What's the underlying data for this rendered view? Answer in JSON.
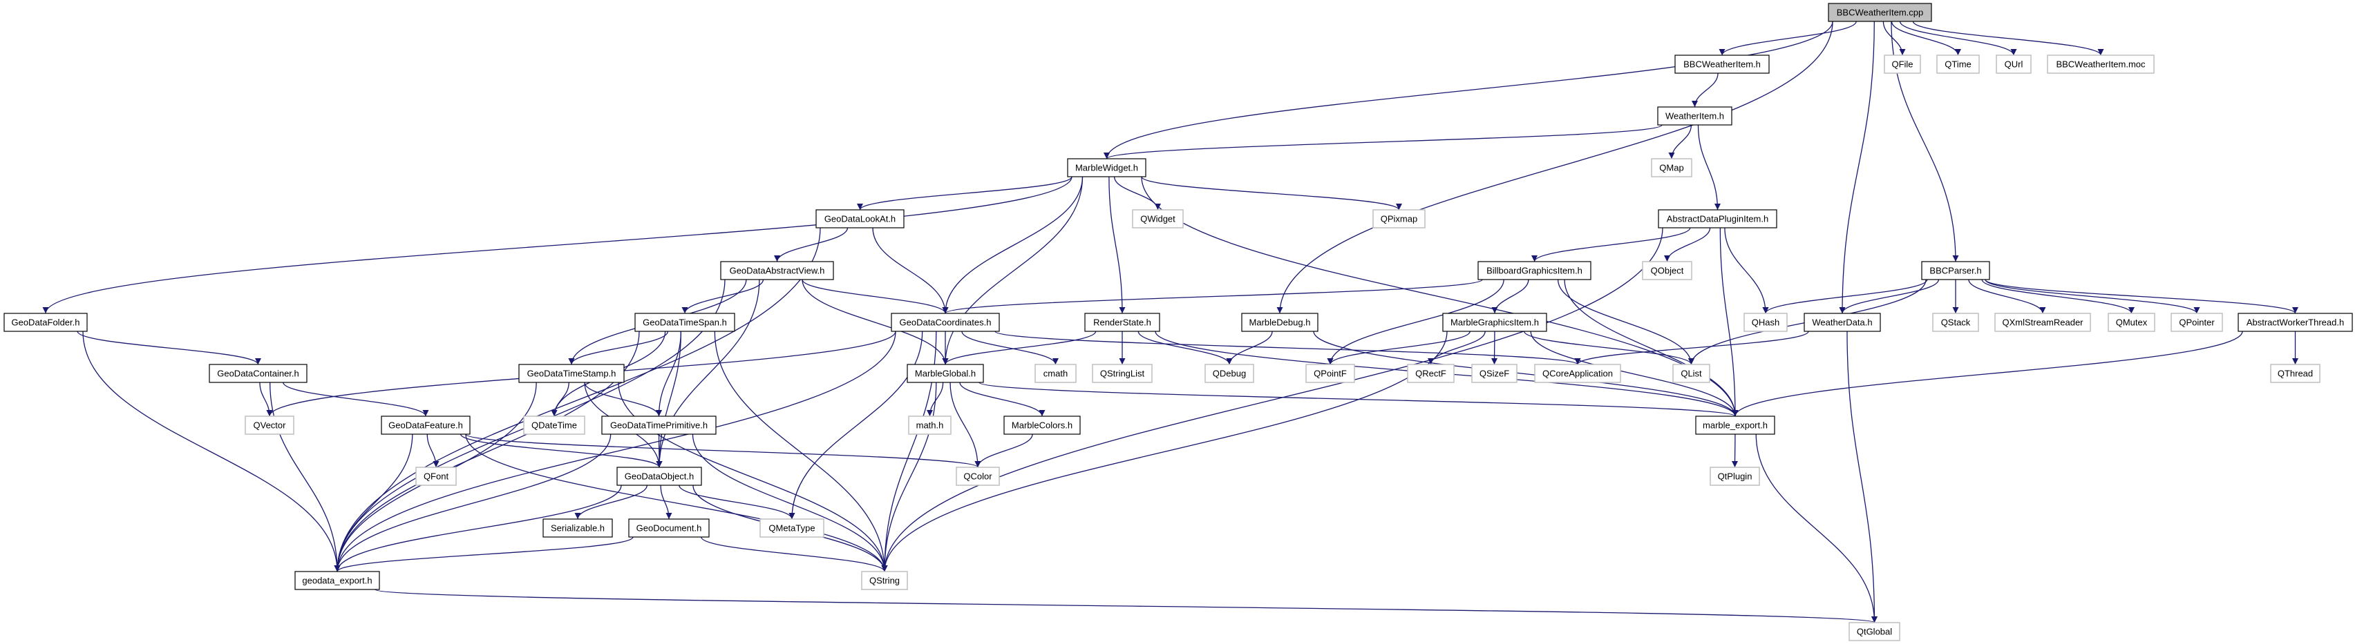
{
  "graph": {
    "colors": {
      "edge": "#191970",
      "documented_border": "#000000",
      "external_border": "#bfbfbf",
      "root_fill": "#bfbfbf"
    },
    "nodes": [
      {
        "label": "BBCWeatherItem.cpp",
        "kind": "root"
      },
      {
        "label": "BBCWeatherItem.h",
        "kind": "documented"
      },
      {
        "label": "QFile",
        "kind": "external"
      },
      {
        "label": "QTime",
        "kind": "external"
      },
      {
        "label": "QUrl",
        "kind": "external"
      },
      {
        "label": "BBCWeatherItem.moc",
        "kind": "external"
      },
      {
        "label": "WeatherItem.h",
        "kind": "documented"
      },
      {
        "label": "QMap",
        "kind": "external"
      },
      {
        "label": "MarbleWidget.h",
        "kind": "documented"
      },
      {
        "label": "GeoDataLookAt.h",
        "kind": "documented"
      },
      {
        "label": "QWidget",
        "kind": "external"
      },
      {
        "label": "QPixmap",
        "kind": "external"
      },
      {
        "label": "AbstractDataPluginItem.h",
        "kind": "documented"
      },
      {
        "label": "GeoDataAbstractView.h",
        "kind": "documented"
      },
      {
        "label": "BillboardGraphicsItem.h",
        "kind": "documented"
      },
      {
        "label": "QObject",
        "kind": "external"
      },
      {
        "label": "BBCParser.h",
        "kind": "documented"
      },
      {
        "label": "GeoDataFolder.h",
        "kind": "documented"
      },
      {
        "label": "GeoDataTimeSpan.h",
        "kind": "documented"
      },
      {
        "label": "GeoDataCoordinates.h",
        "kind": "documented"
      },
      {
        "label": "RenderState.h",
        "kind": "documented"
      },
      {
        "label": "MarbleDebug.h",
        "kind": "documented"
      },
      {
        "label": "MarbleGraphicsItem.h",
        "kind": "documented"
      },
      {
        "label": "QHash",
        "kind": "external"
      },
      {
        "label": "WeatherData.h",
        "kind": "documented"
      },
      {
        "label": "QStack",
        "kind": "external"
      },
      {
        "label": "QXmlStreamReader",
        "kind": "external"
      },
      {
        "label": "QMutex",
        "kind": "external"
      },
      {
        "label": "QPointer",
        "kind": "external"
      },
      {
        "label": "AbstractWorkerThread.h",
        "kind": "documented"
      },
      {
        "label": "GeoDataContainer.h",
        "kind": "documented"
      },
      {
        "label": "GeoDataTimeStamp.h",
        "kind": "documented"
      },
      {
        "label": "MarbleGlobal.h",
        "kind": "documented"
      },
      {
        "label": "cmath",
        "kind": "external"
      },
      {
        "label": "QStringList",
        "kind": "external"
      },
      {
        "label": "QDebug",
        "kind": "external"
      },
      {
        "label": "QPointF",
        "kind": "external"
      },
      {
        "label": "QRectF",
        "kind": "external"
      },
      {
        "label": "QSizeF",
        "kind": "external"
      },
      {
        "label": "QCoreApplication",
        "kind": "external"
      },
      {
        "label": "QList",
        "kind": "external"
      },
      {
        "label": "QThread",
        "kind": "external"
      },
      {
        "label": "QVector",
        "kind": "external"
      },
      {
        "label": "GeoDataFeature.h",
        "kind": "documented"
      },
      {
        "label": "QDateTime",
        "kind": "external"
      },
      {
        "label": "GeoDataTimePrimitive.h",
        "kind": "documented"
      },
      {
        "label": "math.h",
        "kind": "external"
      },
      {
        "label": "MarbleColors.h",
        "kind": "documented"
      },
      {
        "label": "marble_export.h",
        "kind": "documented"
      },
      {
        "label": "QFont",
        "kind": "external"
      },
      {
        "label": "GeoDataObject.h",
        "kind": "documented"
      },
      {
        "label": "QColor",
        "kind": "external"
      },
      {
        "label": "QtPlugin",
        "kind": "external"
      },
      {
        "label": "Serializable.h",
        "kind": "documented"
      },
      {
        "label": "GeoDocument.h",
        "kind": "documented"
      },
      {
        "label": "QMetaType",
        "kind": "external"
      },
      {
        "label": "geodata_export.h",
        "kind": "documented"
      },
      {
        "label": "QString",
        "kind": "external"
      },
      {
        "label": "QtGlobal",
        "kind": "external"
      }
    ],
    "edges": [
      [
        "BBCWeatherItem.cpp",
        "MarbleWidget.h"
      ],
      [
        "BBCWeatherItem.cpp",
        "BBCWeatherItem.h"
      ],
      [
        "BBCWeatherItem.cpp",
        "QFile"
      ],
      [
        "BBCWeatherItem.cpp",
        "QTime"
      ],
      [
        "BBCWeatherItem.cpp",
        "QUrl"
      ],
      [
        "BBCWeatherItem.cpp",
        "BBCWeatherItem.moc"
      ],
      [
        "BBCWeatherItem.cpp",
        "WeatherData.h"
      ],
      [
        "BBCWeatherItem.cpp",
        "BBCParser.h"
      ],
      [
        "BBCWeatherItem.cpp",
        "MarbleDebug.h"
      ],
      [
        "BBCWeatherItem.h",
        "WeatherItem.h"
      ],
      [
        "WeatherItem.h",
        "MarbleWidget.h"
      ],
      [
        "WeatherItem.h",
        "QMap"
      ],
      [
        "WeatherItem.h",
        "AbstractDataPluginItem.h"
      ],
      [
        "AbstractDataPluginItem.h",
        "BillboardGraphicsItem.h"
      ],
      [
        "AbstractDataPluginItem.h",
        "QObject"
      ],
      [
        "AbstractDataPluginItem.h",
        "QHash"
      ],
      [
        "AbstractDataPluginItem.h",
        "marble_export.h"
      ],
      [
        "AbstractDataPluginItem.h",
        "QString"
      ],
      [
        "BBCParser.h",
        "QHash"
      ],
      [
        "BBCParser.h",
        "WeatherData.h"
      ],
      [
        "BBCParser.h",
        "QList"
      ],
      [
        "BBCParser.h",
        "QStack"
      ],
      [
        "BBCParser.h",
        "QXmlStreamReader"
      ],
      [
        "BBCParser.h",
        "QMutex"
      ],
      [
        "BBCParser.h",
        "QPointer"
      ],
      [
        "BBCParser.h",
        "AbstractWorkerThread.h"
      ],
      [
        "WeatherData.h",
        "QCoreApplication"
      ],
      [
        "WeatherData.h",
        "QtGlobal"
      ],
      [
        "AbstractWorkerThread.h",
        "marble_export.h"
      ],
      [
        "AbstractWorkerThread.h",
        "QThread"
      ],
      [
        "MarbleWidget.h",
        "GeoDataFolder.h"
      ],
      [
        "MarbleWidget.h",
        "GeoDataLookAt.h"
      ],
      [
        "MarbleWidget.h",
        "GeoDataCoordinates.h"
      ],
      [
        "MarbleWidget.h",
        "MarbleGlobal.h"
      ],
      [
        "MarbleWidget.h",
        "RenderState.h"
      ],
      [
        "MarbleWidget.h",
        "QWidget"
      ],
      [
        "MarbleWidget.h",
        "QPixmap"
      ],
      [
        "MarbleWidget.h",
        "marble_export.h"
      ],
      [
        "GeoDataLookAt.h",
        "geodata_export.h"
      ],
      [
        "GeoDataLookAt.h",
        "GeoDataAbstractView.h"
      ],
      [
        "GeoDataLookAt.h",
        "GeoDataCoordinates.h"
      ],
      [
        "GeoDataAbstractView.h",
        "geodata_export.h"
      ],
      [
        "GeoDataAbstractView.h",
        "GeoDataTimeSpan.h"
      ],
      [
        "GeoDataAbstractView.h",
        "GeoDataTimeStamp.h"
      ],
      [
        "GeoDataAbstractView.h",
        "GeoDataCoordinates.h"
      ],
      [
        "GeoDataAbstractView.h",
        "MarbleGlobal.h"
      ],
      [
        "GeoDataAbstractView.h",
        "GeoDataObject.h"
      ],
      [
        "GeoDataFolder.h",
        "GeoDataContainer.h"
      ],
      [
        "GeoDataFolder.h",
        "geodata_export.h"
      ],
      [
        "GeoDataContainer.h",
        "QVector"
      ],
      [
        "GeoDataContainer.h",
        "GeoDataFeature.h"
      ],
      [
        "GeoDataContainer.h",
        "geodata_export.h"
      ],
      [
        "GeoDataFeature.h",
        "QFont"
      ],
      [
        "GeoDataFeature.h",
        "GeoDataObject.h"
      ],
      [
        "GeoDataFeature.h",
        "geodata_export.h"
      ],
      [
        "GeoDataFeature.h",
        "QString"
      ],
      [
        "GeoDataFeature.h",
        "QColor"
      ],
      [
        "GeoDataTimeSpan.h",
        "geodata_export.h"
      ],
      [
        "GeoDataTimeSpan.h",
        "GeoDataTimeStamp.h"
      ],
      [
        "GeoDataTimeSpan.h",
        "QDateTime"
      ],
      [
        "GeoDataTimeSpan.h",
        "GeoDataTimePrimitive.h"
      ],
      [
        "GeoDataTimeSpan.h",
        "GeoDataObject.h"
      ],
      [
        "GeoDataTimeSpan.h",
        "QString"
      ],
      [
        "GeoDataTimeStamp.h",
        "geodata_export.h"
      ],
      [
        "GeoDataTimeStamp.h",
        "QDateTime"
      ],
      [
        "GeoDataTimeStamp.h",
        "GeoDataTimePrimitive.h"
      ],
      [
        "GeoDataTimeStamp.h",
        "GeoDataObject.h"
      ],
      [
        "GeoDataTimeStamp.h",
        "QString"
      ],
      [
        "GeoDataTimePrimitive.h",
        "GeoDataObject.h"
      ],
      [
        "GeoDataTimePrimitive.h",
        "geodata_export.h"
      ],
      [
        "GeoDataTimePrimitive.h",
        "QString"
      ],
      [
        "GeoDataObject.h",
        "geodata_export.h"
      ],
      [
        "GeoDataObject.h",
        "Serializable.h"
      ],
      [
        "GeoDataObject.h",
        "GeoDocument.h"
      ],
      [
        "GeoDataObject.h",
        "QMetaType"
      ],
      [
        "GeoDataObject.h",
        "QString"
      ],
      [
        "GeoDocument.h",
        "geodata_export.h"
      ],
      [
        "GeoDocument.h",
        "QString"
      ],
      [
        "geodata_export.h",
        "QtGlobal"
      ],
      [
        "GeoDataCoordinates.h",
        "QVector"
      ],
      [
        "GeoDataCoordinates.h",
        "geodata_export.h"
      ],
      [
        "GeoDataCoordinates.h",
        "MarbleGlobal.h"
      ],
      [
        "GeoDataCoordinates.h",
        "cmath"
      ],
      [
        "GeoDataCoordinates.h",
        "QMetaType"
      ],
      [
        "GeoDataCoordinates.h",
        "QString"
      ],
      [
        "GeoDataCoordinates.h",
        "QCoreApplication"
      ],
      [
        "RenderState.h",
        "MarbleGlobal.h"
      ],
      [
        "RenderState.h",
        "QStringList"
      ],
      [
        "RenderState.h",
        "QDebug"
      ],
      [
        "RenderState.h",
        "marble_export.h"
      ],
      [
        "MarbleDebug.h",
        "QDebug"
      ],
      [
        "MarbleDebug.h",
        "marble_export.h"
      ],
      [
        "MarbleGlobal.h",
        "math.h"
      ],
      [
        "MarbleGlobal.h",
        "QColor"
      ],
      [
        "MarbleGlobal.h",
        "MarbleColors.h"
      ],
      [
        "MarbleGlobal.h",
        "QString"
      ],
      [
        "MarbleGlobal.h",
        "marble_export.h"
      ],
      [
        "MarbleColors.h",
        "QColor"
      ],
      [
        "BillboardGraphicsItem.h",
        "GeoDataCoordinates.h"
      ],
      [
        "BillboardGraphicsItem.h",
        "QPointF"
      ],
      [
        "BillboardGraphicsItem.h",
        "MarbleGraphicsItem.h"
      ],
      [
        "BillboardGraphicsItem.h",
        "QList"
      ],
      [
        "BillboardGraphicsItem.h",
        "marble_export.h"
      ],
      [
        "MarbleGraphicsItem.h",
        "QPointF"
      ],
      [
        "MarbleGraphicsItem.h",
        "QRectF"
      ],
      [
        "MarbleGraphicsItem.h",
        "QSizeF"
      ],
      [
        "MarbleGraphicsItem.h",
        "QList"
      ],
      [
        "MarbleGraphicsItem.h",
        "marble_export.h"
      ],
      [
        "MarbleGraphicsItem.h",
        "QString"
      ],
      [
        "marble_export.h",
        "QtPlugin"
      ],
      [
        "marble_export.h",
        "QtGlobal"
      ]
    ]
  }
}
